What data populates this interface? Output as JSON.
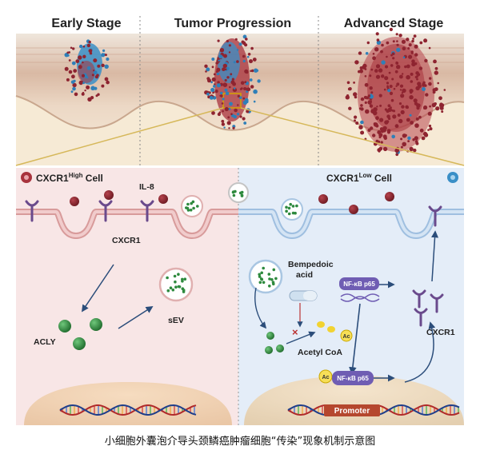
{
  "stages": {
    "early": "Early Stage",
    "progression": "Tumor Progression",
    "advanced": "Advanced Stage"
  },
  "left_panel": {
    "cell_title_main": "CXCR1",
    "cell_title_sup": "High",
    "cell_title_suffix": " Cell",
    "il8": "IL-8",
    "cxcr1": "CXCR1",
    "acly": "ACLY",
    "sev": "sEV"
  },
  "right_panel": {
    "cell_title_main": "CXCR1",
    "cell_title_sup": "Low",
    "cell_title_suffix": " Cell",
    "bempedoic_1": "Bempedoic",
    "bempedoic_2": "acid",
    "nfkb_top": "NF-κB p65",
    "nfkb_bottom": "NF-κB p65",
    "ac_small": "Ac",
    "ac_bottom": "Ac",
    "acetyl_coa": "Acetyl CoA",
    "cxcr1": "CXCR1",
    "promoter": "Promoter"
  },
  "caption": "小细胞外囊泡介导头颈鳞癌肿瘤细胞“传染”现象机制示意图",
  "colors": {
    "left_bg": "#f8e6e6",
    "right_bg": "#e4edf8",
    "tumor_red": "#a8333d",
    "tumor_blue": "#3a8fc7",
    "receptor": "#6a4a8c",
    "acly_green": "#2e8a3e",
    "arrow": "#2b4d7a",
    "promoter": "#b5472e"
  }
}
